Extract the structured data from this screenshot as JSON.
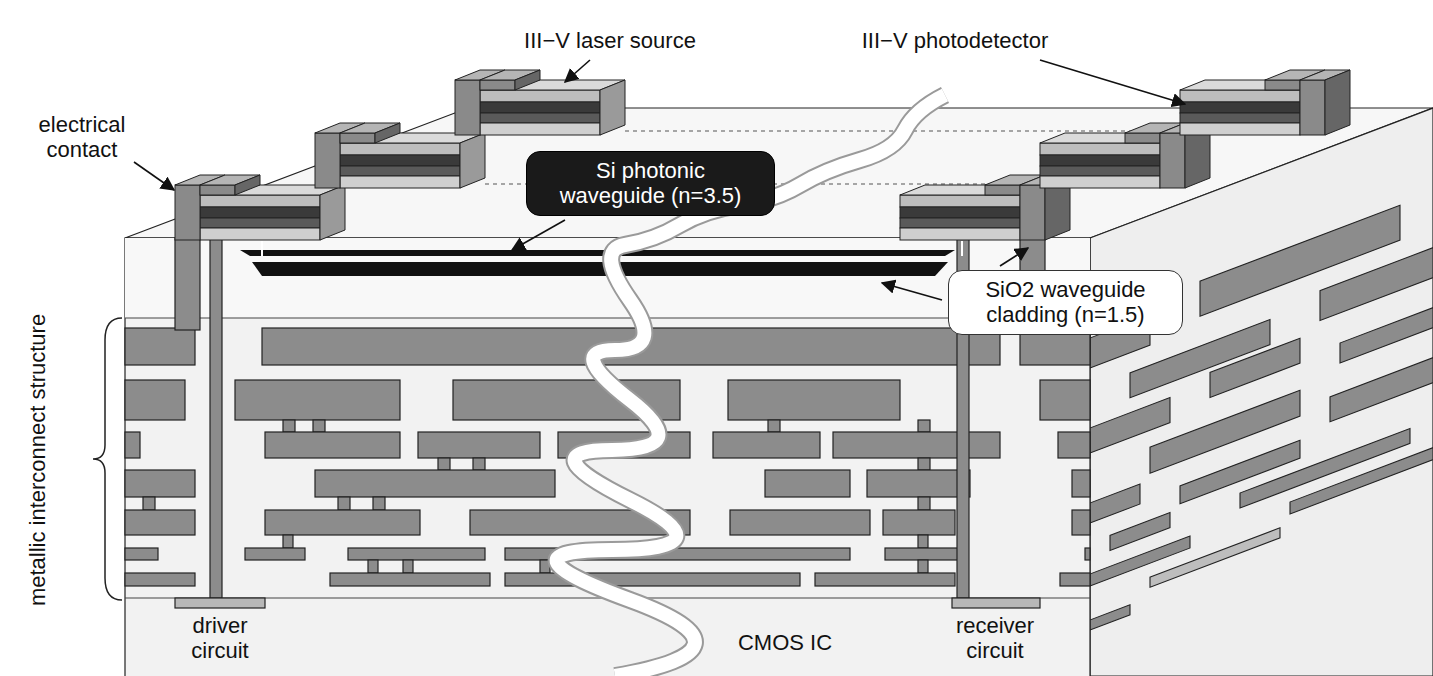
{
  "diagram": {
    "nodes": [
      {
        "text": [
          "Si photonic waveguide (n=3.5)"
        ]
      },
      {
        "text": [
          "SiO2 waveguide cladding (n=1.5)"
        ]
      }
    ],
    "labels": [
      "III−V laser source",
      "III−V photodetector",
      "electrical contact",
      "metallic interconnect structure",
      "driver circuit",
      "CMOS IC",
      "receiver circuit"
    ]
  }
}
